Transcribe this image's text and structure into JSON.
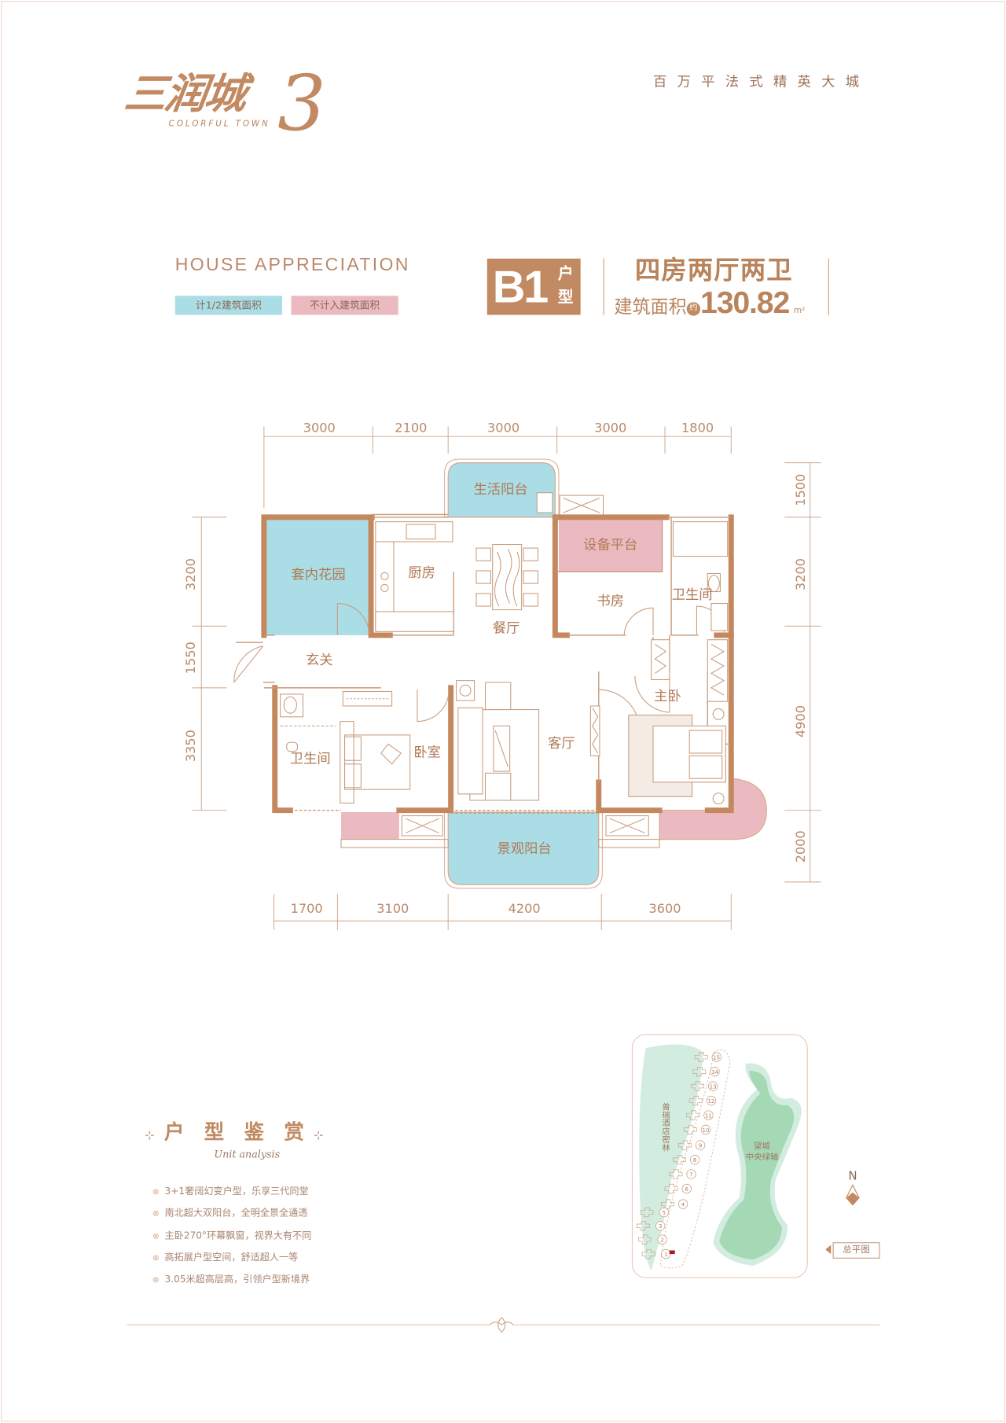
{
  "brand": {
    "logo_cn": "三润城",
    "logo_en": "COLORFUL TOWN",
    "logo_num": "3",
    "tagline": "百万平法式精英大城"
  },
  "header": {
    "section_title": "HOUSE APPRECIATION",
    "legend": [
      {
        "label": "计1/2建筑面积",
        "color": "#aadde6"
      },
      {
        "label": "不计入建筑面积",
        "color": "#ebbac0"
      }
    ],
    "unit_code": "B1",
    "unit_suffix": "户型",
    "layout": "四房两厅两卫",
    "area_label": "建筑面积",
    "approx": "约",
    "area_value": "130.82",
    "area_unit": "m²"
  },
  "floorplan": {
    "rooms": {
      "utility_balcony": "生活阳台",
      "garden": "套内花园",
      "kitchen": "厨房",
      "dining": "餐厅",
      "equipment_platform": "设备平台",
      "study": "书房",
      "bath_right": "卫生间",
      "foyer": "玄关",
      "master_bedroom": "主卧",
      "living": "客厅",
      "bedroom": "卧室",
      "bath_left": "卫生间",
      "view_balcony": "景观阳台"
    },
    "dims": {
      "top": [
        "3000",
        "2100",
        "3000",
        "3000",
        "1800"
      ],
      "bottom": [
        "1700",
        "3100",
        "4200",
        "3600"
      ],
      "left": [
        "3200",
        "1550",
        "3350"
      ],
      "right": [
        "1500",
        "3200",
        "4900",
        "2000"
      ]
    }
  },
  "analysis": {
    "title_chars": [
      "户",
      "型",
      "鉴",
      "赏"
    ],
    "subtitle": "Unit analysis",
    "points": [
      "3+1奢阔幻变户型，乐享三代同堂",
      "南北超大双阳台，全明全景全通透",
      "主卧270°环幕飘窗，视界大有不同",
      "高拓展户型空间，舒适超人一等",
      "3.05米超高层高，引领户型新境界"
    ]
  },
  "sitemap": {
    "forest": "普瑞酒店密林",
    "axis": [
      "望城",
      "中央绿轴"
    ],
    "buildings": [
      "15",
      "14",
      "13",
      "12",
      "11",
      "10",
      "9",
      "8",
      "7",
      "6",
      "4",
      "5",
      "3",
      "2",
      "1"
    ],
    "north": "N",
    "button": "总平图"
  },
  "colors": {
    "brand": "#c18a62",
    "blue": "#aadde6",
    "pink": "#ebbac0",
    "green": "#a5d8b5",
    "light_green": "#d3ece0"
  }
}
